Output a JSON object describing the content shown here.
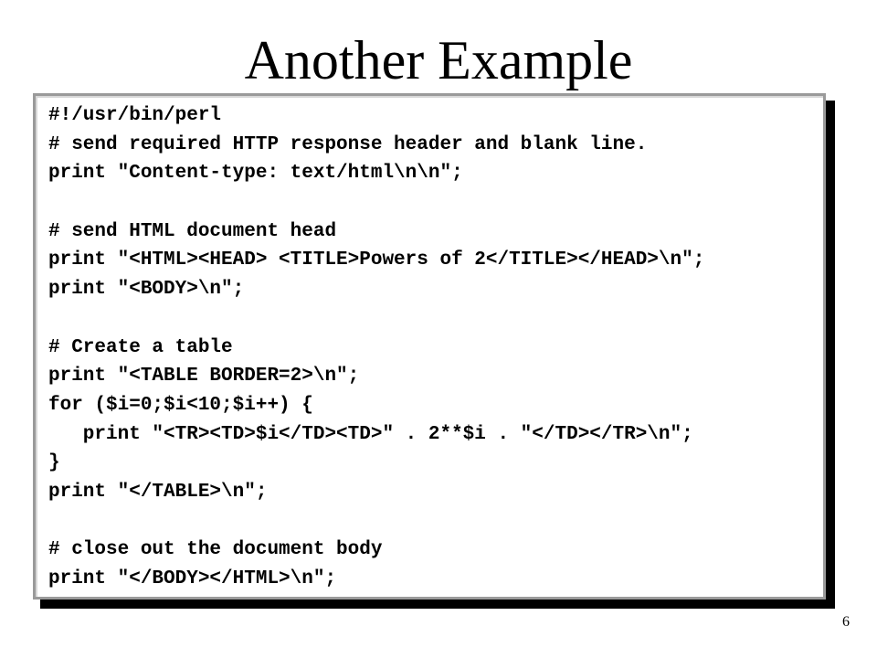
{
  "slide": {
    "title": "Another Example",
    "page_number": "6"
  },
  "code": {
    "lines": [
      "#!/usr/bin/perl",
      "# send required HTTP response header and blank line.",
      "print \"Content-type: text/html\\n\\n\";",
      "",
      "# send HTML document head",
      "print \"<HTML><HEAD> <TITLE>Powers of 2</TITLE></HEAD>\\n\";",
      "print \"<BODY>\\n\";",
      "",
      "# Create a table",
      "print \"<TABLE BORDER=2>\\n\";",
      "for ($i=0;$i<10;$i++) {",
      "   print \"<TR><TD>$i</TD><TD>\" . 2**$i . \"</TD></TR>\\n\";",
      "}",
      "print \"</TABLE>\\n\";",
      "",
      "# close out the document body",
      "print \"</BODY></HTML>\\n\";"
    ]
  }
}
